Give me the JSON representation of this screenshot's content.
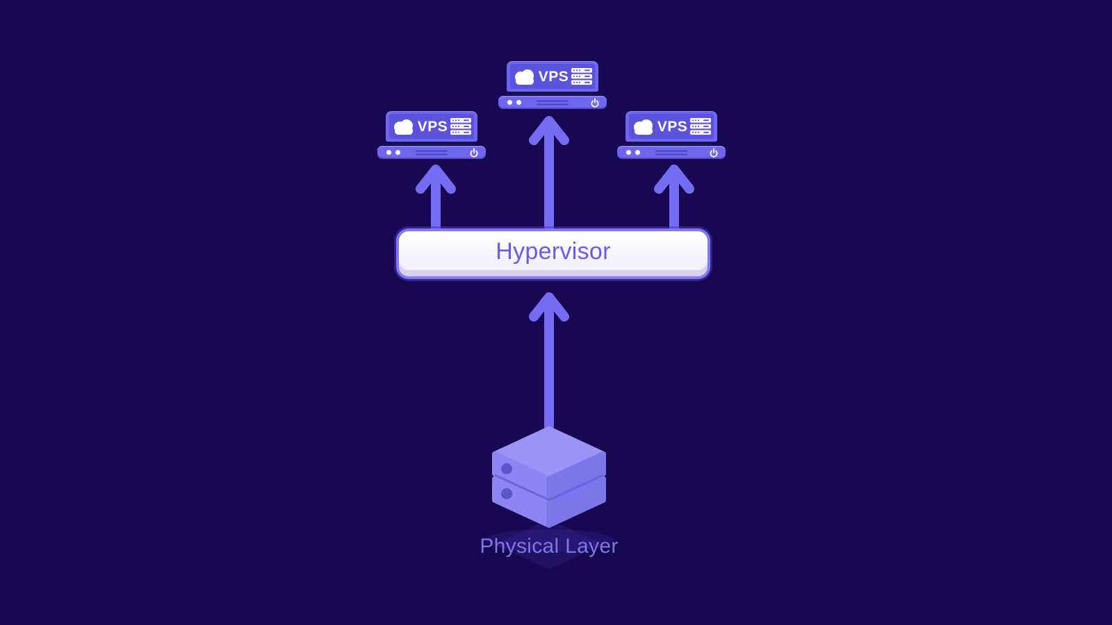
{
  "diagram": {
    "background_color": "#180851",
    "vps_nodes": [
      {
        "label": "VPS"
      },
      {
        "label": "VPS"
      },
      {
        "label": "VPS"
      }
    ],
    "hypervisor": {
      "label": "Hypervisor"
    },
    "physical_layer": {
      "label": "Physical Layer"
    },
    "edges": [
      {
        "from": "Physical Layer",
        "to": "Hypervisor"
      },
      {
        "from": "Hypervisor",
        "to": "VPS 1"
      },
      {
        "from": "Hypervisor",
        "to": "VPS 2"
      },
      {
        "from": "Hypervisor",
        "to": "VPS 3"
      }
    ],
    "icons": {
      "cloud": "cloud-icon",
      "server_rack": "server-rack-icon",
      "power": "power-icon",
      "status_leds": "led-dots",
      "server_stack": "server-stack-illustration",
      "arrow": "arrow-up-icon"
    },
    "colors": {
      "background": "#180851",
      "arrow": "#746cf3",
      "laptop_body": "#6e66ef",
      "laptop_screen": "#5b52de",
      "hypervisor_border": "#8379f4",
      "hypervisor_fill": "#f6f5fd",
      "hypervisor_text": "#675ced",
      "label_text": "#7e77e4",
      "server_top_face": "#9b94f6",
      "server_left_face": "#8d86f2",
      "server_right_face": "#7d75ea"
    }
  }
}
